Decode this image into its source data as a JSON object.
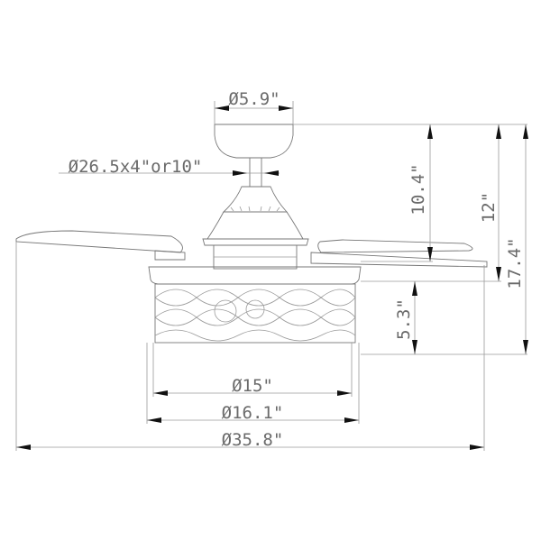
{
  "dimensions": {
    "canopy_diameter": "Ø5.9\"",
    "downrod": "Ø26.5x4\"or10\"",
    "ceiling_to_blade": "10.4\"",
    "ceiling_to_light_top": "12\"",
    "overall_height": "17.4\"",
    "light_kit_height": "5.3\"",
    "light_diameter": "Ø15\"",
    "light_kit_diameter": "Ø16.1\"",
    "blade_span": "Ø35.8\""
  },
  "colors": {
    "line": "#9a9a9a",
    "arrow": "#111111",
    "text": "#6a6a6a"
  }
}
